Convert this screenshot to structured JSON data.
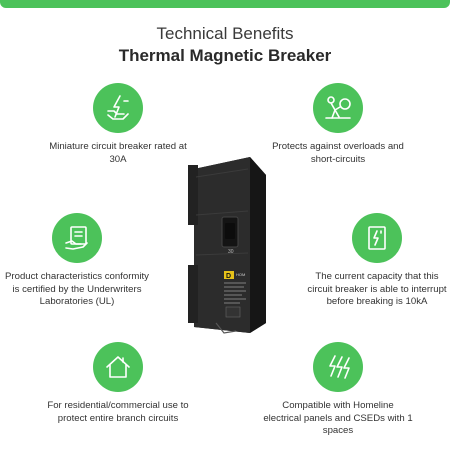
{
  "header": {
    "subtitle": "Technical Benefits",
    "title": "Thermal Magnetic Breaker"
  },
  "features": [
    {
      "icon": "hand-lightning-icon",
      "text": "Miniature circuit breaker rated at 30A"
    },
    {
      "icon": "person-overload-icon",
      "text": "Protects against overloads and short-circuits"
    },
    {
      "icon": "certificate-hand-icon",
      "text": "Product characteristics conformity is certified by the Underwriters Laboratories (UL)"
    },
    {
      "icon": "panel-lightning-icon",
      "text": "The current capacity that this circuit breaker is able to interrupt before breaking is 10kA"
    },
    {
      "icon": "house-icon",
      "text": "For residential/commercial use to protect entire branch circuits"
    },
    {
      "icon": "lightning-bolts-icon",
      "text": "Compatible with Homeline electrical panels and CSEDs with 1 spaces"
    }
  ],
  "product": {
    "handle_label": "30",
    "brand_mark": "D",
    "model_text": "HOM"
  },
  "colors": {
    "accent": "#4cc25a",
    "breaker_body": "#2a2a2a"
  }
}
